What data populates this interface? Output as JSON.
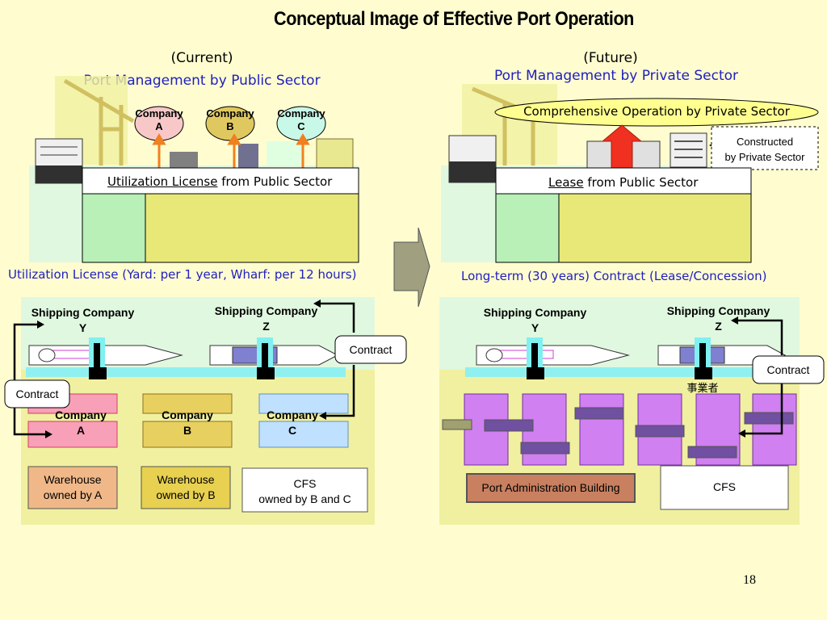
{
  "title": "Conceptual Image of Effective Port Operation",
  "current": {
    "heading": "(Current)",
    "subheading": "Port Management by Public Sector",
    "companies": [
      "Company\nA",
      "Company\nB",
      "Company\nC"
    ],
    "license_underlined": "Utilization License",
    "license_rest": " from Public Sector",
    "caption": "Utilization License (Yard: per 1 year, Wharf: per 12 hours)",
    "ship_y": "Shipping Company\nY",
    "ship_z": "Shipping Company\nZ",
    "contract_right": "Contract",
    "contract_left": "Contract",
    "yard_a": "Company\nA",
    "yard_b": "Company\nB",
    "yard_c": "Company\nC",
    "warehouse_a": "Warehouse\nowned by A",
    "warehouse_b": "Warehouse\nowned by B",
    "cfs": "CFS\nowned by B and C"
  },
  "future": {
    "heading": "(Future)",
    "subheading": "Port Management by Private Sector",
    "comprehensive": "Comprehensive Operation by Private Sector",
    "constructed": "Constructed\nby Private Sector",
    "lease_underlined": "Lease",
    "lease_rest": " from Public Sector",
    "caption": "Long-term (30 years) Contract (Lease/Concession)",
    "ship_y": "Shipping Company\nY",
    "ship_z": "Shipping Company\nZ",
    "contract": "Contract",
    "operator": "事業者",
    "admin_building": "Port Administration Building",
    "cfs": "CFS"
  },
  "page_number": "18",
  "colors": {
    "title_blue": "#2020c0",
    "yard_green": "#e0f8e0",
    "yard_yellow": "#e8e878",
    "quay_cyan": "#90f0f0",
    "purple": "#d080f0",
    "arrow_orange": "#f08020",
    "red_arrow": "#f03020"
  }
}
